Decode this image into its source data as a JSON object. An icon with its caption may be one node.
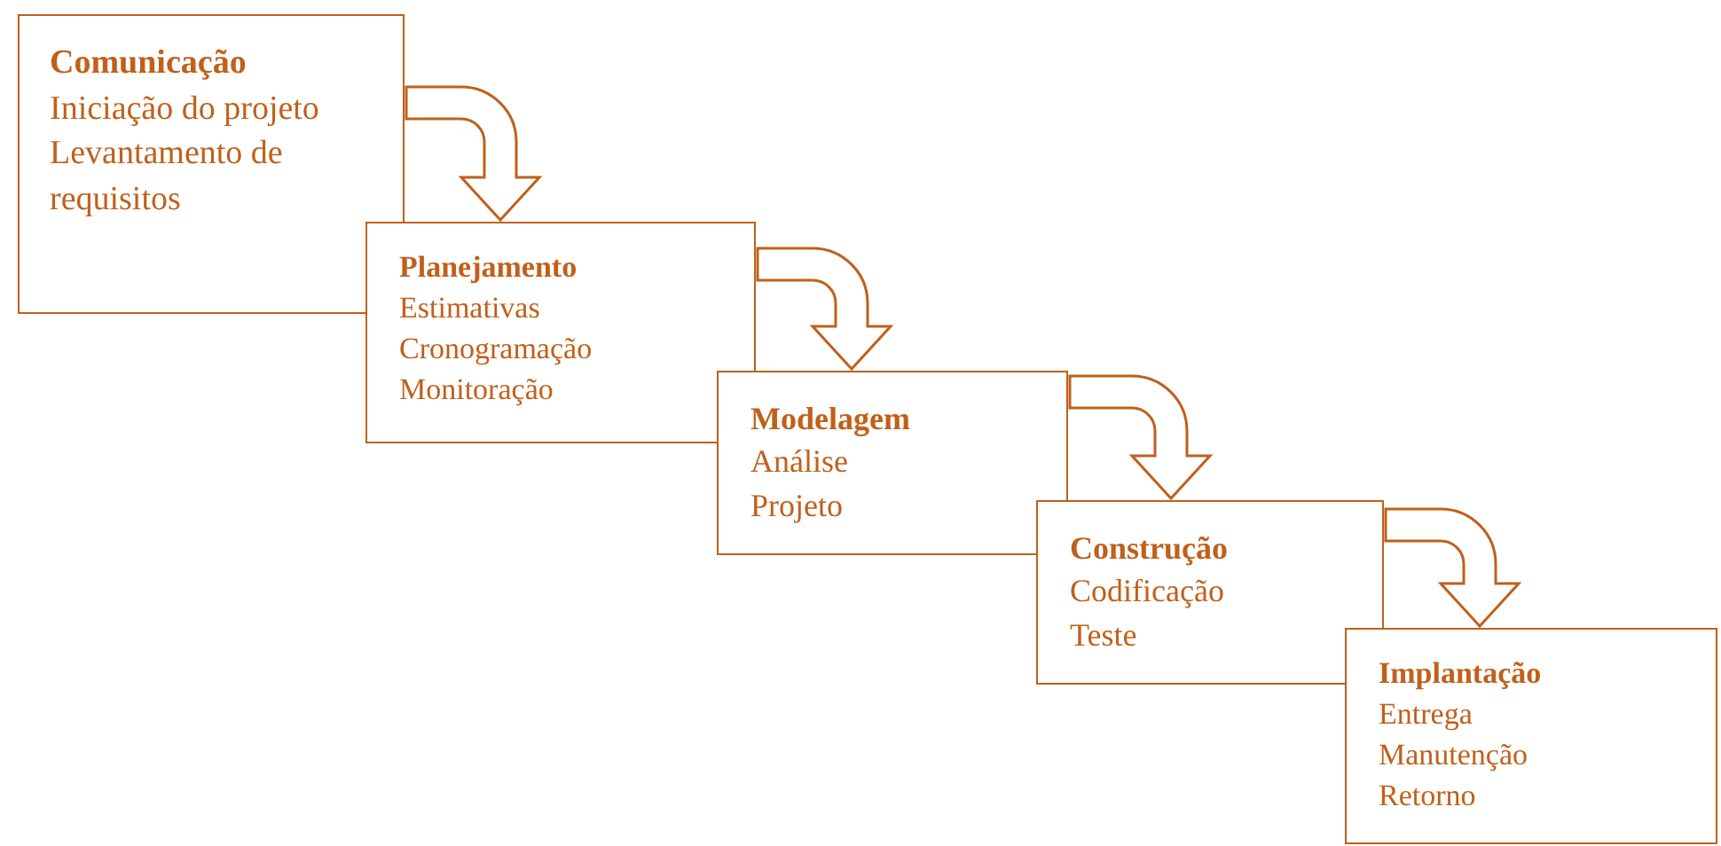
{
  "diagram": {
    "nodes": [
      {
        "text": [
          "Comunicação",
          "Iniciação do projeto",
          "Levantamento de requisitos"
        ]
      },
      {
        "text": [
          "Planejamento",
          "Estimativas",
          "Cronogramação",
          "Monitoração"
        ]
      },
      {
        "text": [
          "Modelagem",
          "Análise",
          "Projeto"
        ]
      },
      {
        "text": [
          "Construção",
          "Codificação",
          "Teste"
        ]
      },
      {
        "text": [
          "Implantação",
          "Entrega",
          "Manutenção",
          "Retorno"
        ]
      }
    ],
    "edges": [
      {
        "from": 0,
        "to": 1,
        "arrow": "to"
      },
      {
        "from": 1,
        "to": 2,
        "arrow": "to"
      },
      {
        "from": 2,
        "to": 3,
        "arrow": "to"
      },
      {
        "from": 3,
        "to": 4,
        "arrow": "to"
      }
    ]
  }
}
